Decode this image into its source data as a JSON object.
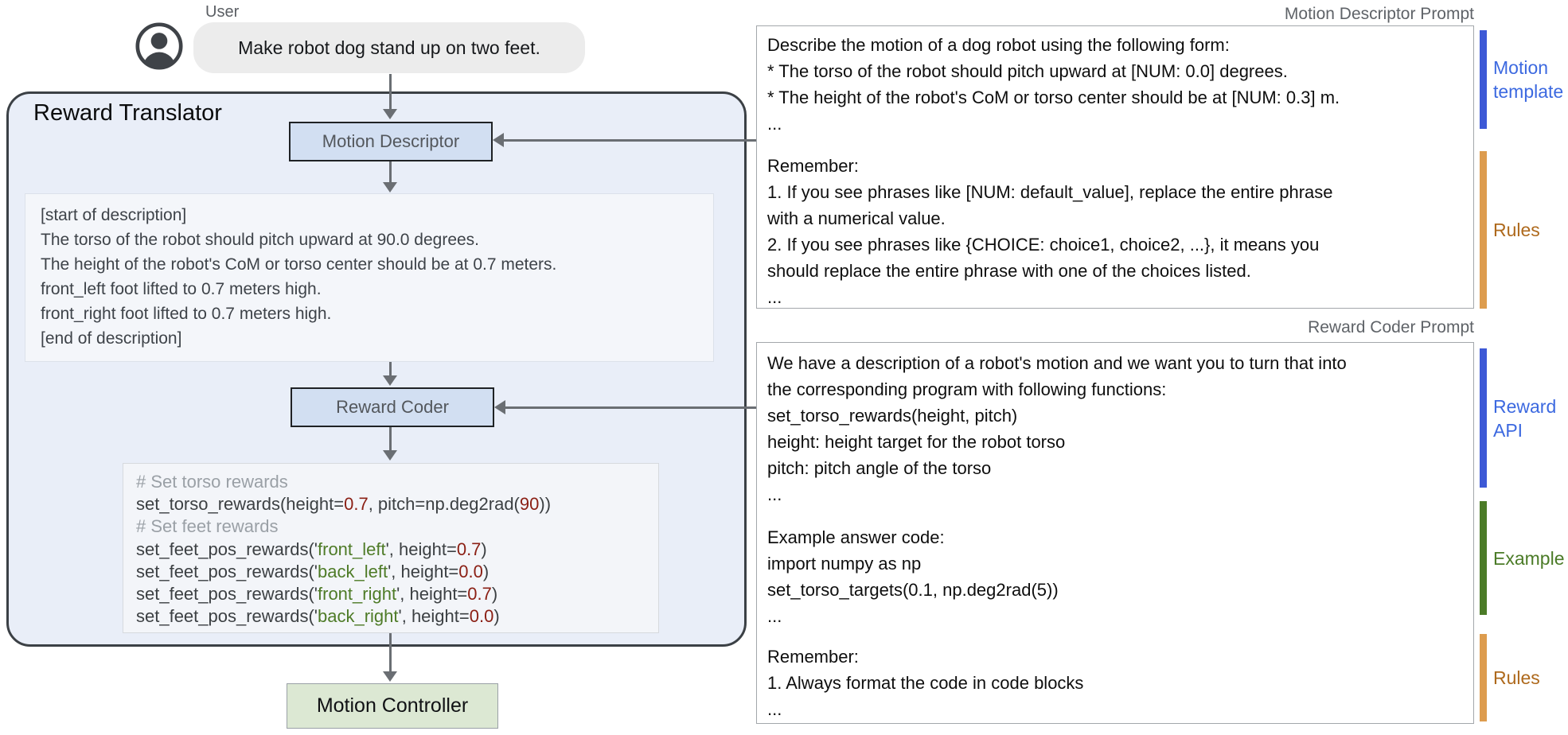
{
  "colors": {
    "blue_bar": "#3D59D6",
    "blue_text": "#3C69E0",
    "orange_bar": "#DD9C4E",
    "orange_text": "#AE691C",
    "green_bar": "#4B7B27",
    "green_text": "#4B7B27",
    "code_base": "#3C4043",
    "code_comment": "#9AA0A6",
    "code_string": "#4E7B27",
    "code_number": "#8B2015",
    "arrow": "#6A6E73"
  },
  "user": {
    "label": "User",
    "message": "Make robot dog stand up on two feet.",
    "icon": "person-icon"
  },
  "reward_translator": {
    "title": "Reward Translator",
    "motion_descriptor_label": "Motion Descriptor",
    "reward_coder_label": "Reward Coder",
    "description_text": "[start of description]\nThe torso of the robot should pitch upward at 90.0 degrees.\nThe height of the robot's CoM or torso center should be at 0.7 meters.\nfront_left foot lifted to 0.7 meters high.\nfront_right foot lifted to 0.7 meters high.\n[end of description]",
    "code_lines": [
      [
        {
          "t": "# Set torso rewards",
          "c": "cm"
        }
      ],
      [
        {
          "t": "set_torso_rewards(height=",
          "c": "b"
        },
        {
          "t": "0.7",
          "c": "n"
        },
        {
          "t": ", pitch=np.deg2rad(",
          "c": "b"
        },
        {
          "t": "90",
          "c": "n"
        },
        {
          "t": "))",
          "c": "b"
        }
      ],
      [
        {
          "t": "# Set feet rewards",
          "c": "cm"
        }
      ],
      [
        {
          "t": "set_feet_pos_rewards('",
          "c": "b"
        },
        {
          "t": "front_left",
          "c": "s"
        },
        {
          "t": "', height=",
          "c": "b"
        },
        {
          "t": "0.7",
          "c": "n"
        },
        {
          "t": ")",
          "c": "b"
        }
      ],
      [
        {
          "t": "set_feet_pos_rewards('",
          "c": "b"
        },
        {
          "t": "back_left",
          "c": "s"
        },
        {
          "t": "', height=",
          "c": "b"
        },
        {
          "t": "0.0",
          "c": "n"
        },
        {
          "t": ")",
          "c": "b"
        }
      ],
      [
        {
          "t": "set_feet_pos_rewards('",
          "c": "b"
        },
        {
          "t": "front_right",
          "c": "s"
        },
        {
          "t": "', height=",
          "c": "b"
        },
        {
          "t": "0.7",
          "c": "n"
        },
        {
          "t": ")",
          "c": "b"
        }
      ],
      [
        {
          "t": "set_feet_pos_rewards('",
          "c": "b"
        },
        {
          "t": "back_right",
          "c": "s"
        },
        {
          "t": "', height=",
          "c": "b"
        },
        {
          "t": "0.0",
          "c": "n"
        },
        {
          "t": ")",
          "c": "b"
        }
      ]
    ]
  },
  "motion_controller": {
    "label": "Motion Controller"
  },
  "prompts": {
    "motion_descriptor": {
      "header": "Motion Descriptor Prompt",
      "sections": [
        {
          "name": "motion-template",
          "text": "Describe the motion of a dog robot using the following form:\n* The torso of the robot should pitch upward at [NUM: 0.0] degrees.\n* The height of the robot's CoM or torso center should be at [NUM: 0.3] m.\n...",
          "tag_label": "Motion\ntemplate",
          "tag_color": "blue"
        },
        {
          "name": "rules",
          "text": "Remember:\n1. If you see phrases like [NUM: default_value], replace the entire phrase\nwith a numerical value.\n2. If you see phrases like {CHOICE: choice1, choice2, ...}, it means you\nshould replace the entire phrase with one of the choices listed.\n...",
          "tag_label": "Rules",
          "tag_color": "orange"
        }
      ]
    },
    "reward_coder": {
      "header": "Reward Coder Prompt",
      "sections": [
        {
          "name": "reward-api",
          "text": "We have a description of a robot's motion and we want you to turn that into\nthe corresponding program with following functions:\nset_torso_rewards(height, pitch)\nheight: height target for the robot torso\npitch: pitch angle of the torso\n...",
          "tag_label": "Reward\nAPI",
          "tag_color": "blue"
        },
        {
          "name": "example",
          "text": "Example answer code:\nimport numpy as np\nset_torso_targets(0.1, np.deg2rad(5))\n...",
          "tag_label": "Example",
          "tag_color": "green"
        },
        {
          "name": "rules",
          "text": "Remember:\n1. Always format the code in code blocks\n...",
          "tag_label": "Rules",
          "tag_color": "orange"
        }
      ]
    }
  }
}
